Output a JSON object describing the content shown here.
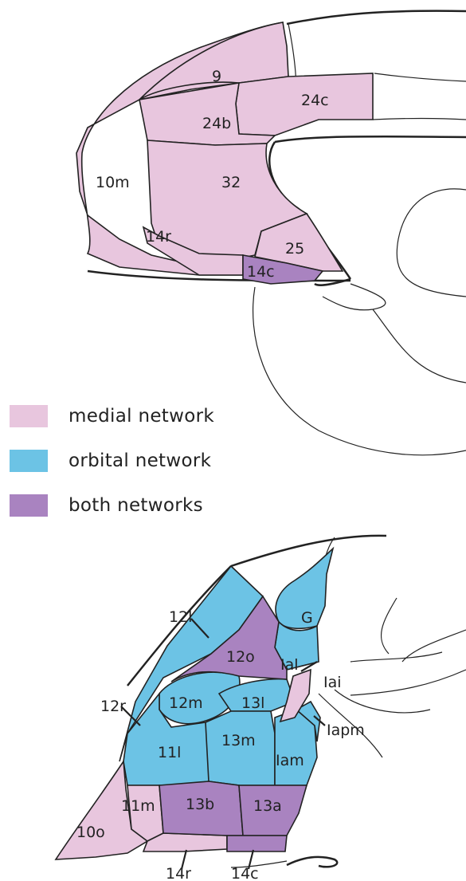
{
  "colors": {
    "medial": "#e8c6de",
    "orbital": "#6cc3e5",
    "both": "#a983c0",
    "outline": "#222222"
  },
  "legend": [
    {
      "label": "medial network",
      "color_key": "medial"
    },
    {
      "label": "orbital network",
      "color_key": "orbital"
    },
    {
      "label": "both networks",
      "color_key": "both"
    }
  ],
  "medial_view": {
    "areas": {
      "a9": "9",
      "a24c": "24c",
      "a24b": "24b",
      "a10m": "10m",
      "a32": "32",
      "a14r": "14r",
      "a25": "25",
      "a14c": "14c"
    }
  },
  "orbital_view": {
    "areas": {
      "G": "G",
      "a12o": "12o",
      "Ial": "Ial",
      "Iai": "Iai",
      "a12m": "12m",
      "a13l": "13l",
      "Iapm": "Iapm",
      "a11l": "11l",
      "a13m": "13m",
      "Iam": "Iam",
      "a11m": "11m",
      "a13b": "13b",
      "a13a": "13a",
      "a10o": "10o"
    },
    "callouts": {
      "a12l": "12l",
      "a12r": "12r",
      "a14r": "14r",
      "a14c": "14c"
    }
  }
}
